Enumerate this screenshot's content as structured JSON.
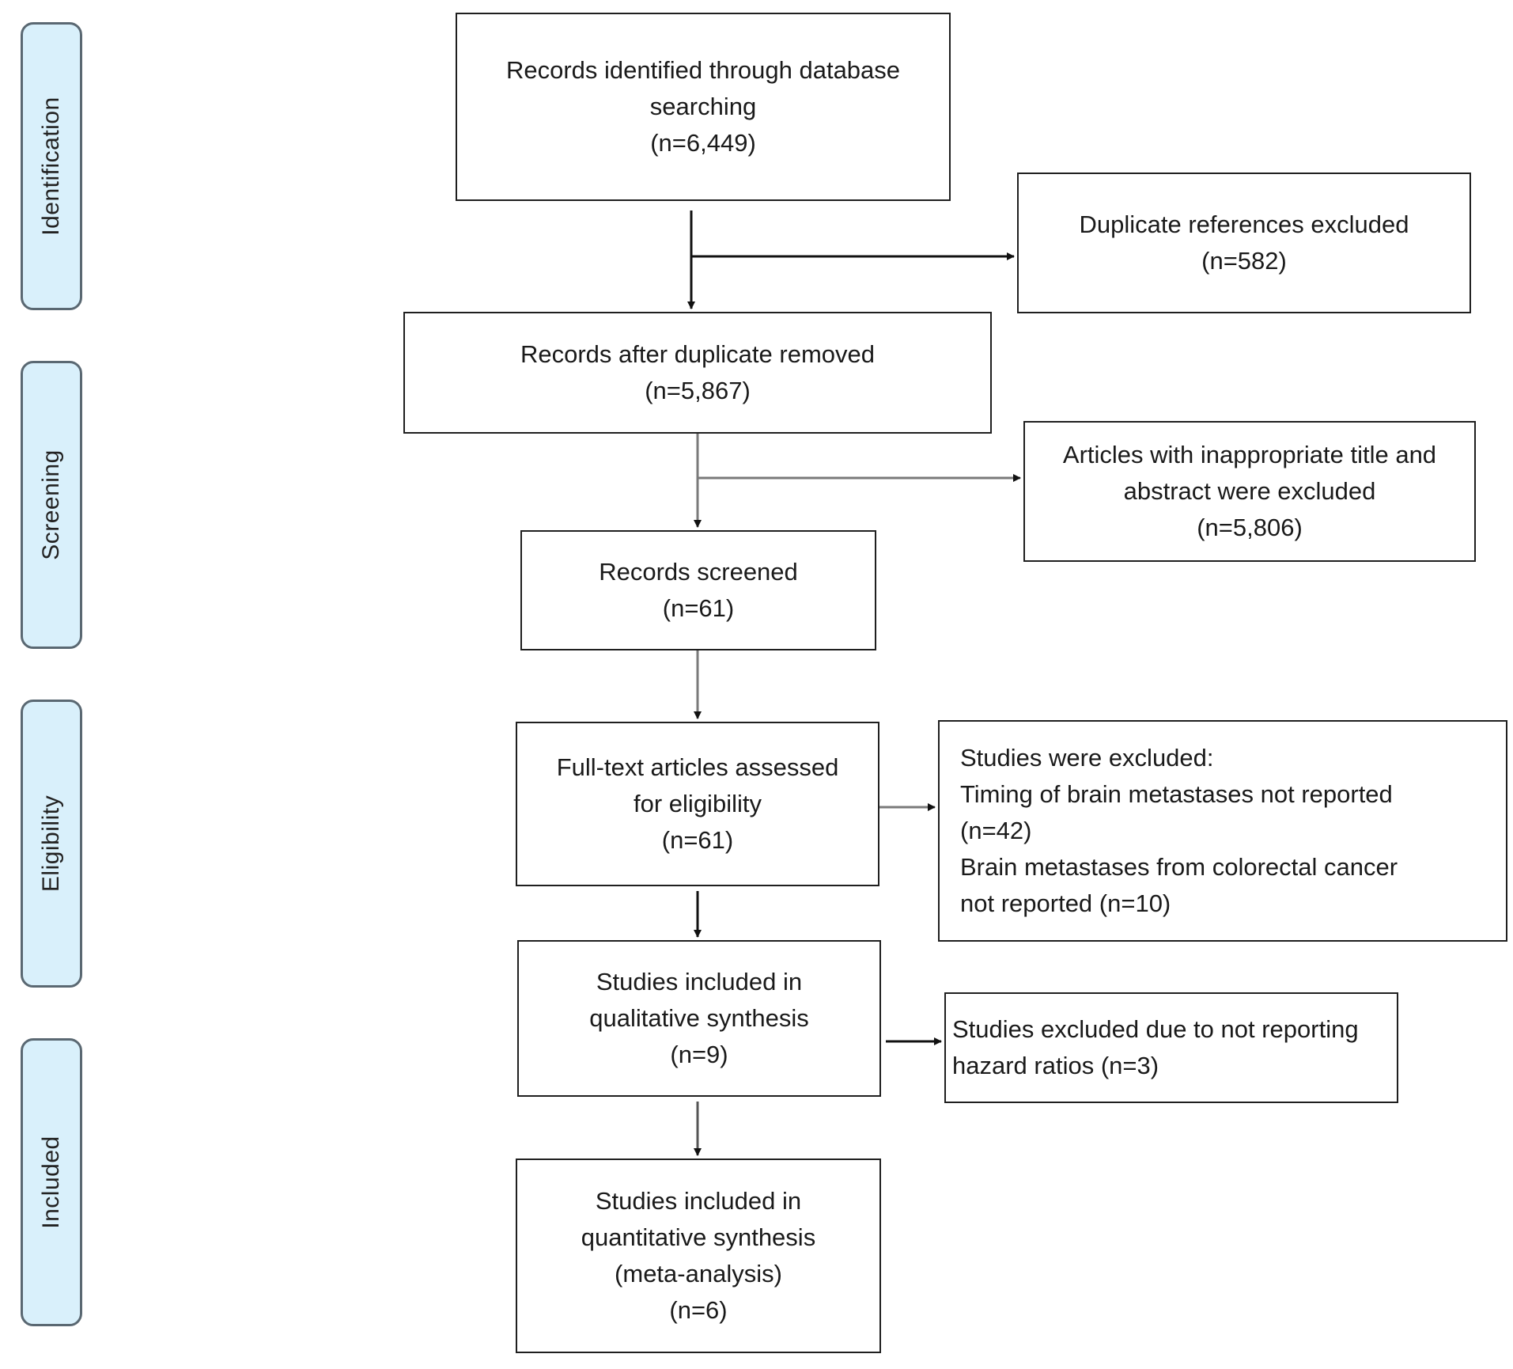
{
  "stages": {
    "identification": "Identification",
    "screening": "Screening",
    "eligibility": "Eligibility",
    "included": "Included"
  },
  "boxes": {
    "records_identified": [
      "Records identified through database",
      "searching",
      "(n=6,449)"
    ],
    "duplicates_excluded": [
      "Duplicate references excluded",
      "(n=582)"
    ],
    "records_after_dedup": [
      "Records after duplicate removed",
      "(n=5,867)"
    ],
    "title_abstract_excluded": [
      "Articles with inappropriate title and",
      "abstract were excluded",
      "(n=5,806)"
    ],
    "records_screened": [
      "Records screened",
      "(n=61)"
    ],
    "fulltext_assessed": [
      "Full-text articles assessed",
      "for eligibility",
      "(n=61)"
    ],
    "studies_excluded": [
      "Studies were excluded:",
      "Timing of brain metastases not reported",
      "(n=42)",
      "Brain metastases from colorectal cancer",
      "not reported (n=10)"
    ],
    "qualitative_synthesis": [
      "Studies included in",
      "qualitative synthesis",
      "(n=9)"
    ],
    "no_hazard_ratios_excluded": [
      "Studies excluded due to not reporting",
      "hazard ratios (n=3)"
    ],
    "quantitative_synthesis": [
      "Studies included in",
      "quantitative synthesis",
      "(meta-analysis)",
      "(n=6)"
    ]
  },
  "colors": {
    "stage_fill": "#d9f0fb",
    "stage_border": "#5a6872",
    "box_border": "#1f1f1f",
    "arrow_dark": "#111111",
    "arrow_gray": "#7a7a7a"
  }
}
